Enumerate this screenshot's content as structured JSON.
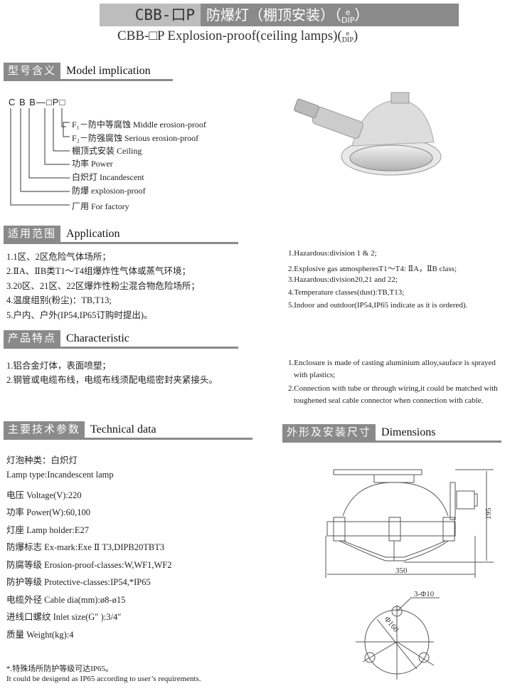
{
  "title": {
    "model": "CBB-口P",
    "zh": "防爆灯（棚顶安装）（",
    "ex_sup": "e",
    "ex_sub": "DIP",
    "close": "）",
    "en": "CBB-□P Explosion-proof(ceiling lamps)("
  },
  "sections": {
    "model": {
      "zh": "型号含义",
      "en": "Model implication"
    },
    "application": {
      "zh": "适用范围",
      "en": "Application"
    },
    "characteristic": {
      "zh": "产品特点",
      "en": "Characteristic"
    },
    "technical": {
      "zh": "主要技术参数",
      "en": "Technical data"
    },
    "dimensions": {
      "zh": "外形及安装尺寸",
      "en": "Dimensions"
    }
  },
  "model_code": "C B B—□P□",
  "model_items": [
    "F₁－防中等腐蚀  Middle erosion-proof",
    "F₂－防强腐蚀  Serious erosion-proof",
    "棚顶式安装  Ceiling",
    "功率  Power",
    "白炽灯  Incandescent",
    "防爆  explosion-proof",
    "厂用  For factory"
  ],
  "application_zh": [
    "1.1区、2区危险气体场所；",
    "2.ⅡA、ⅡB类T1～T4组爆炸性气体或蒸气环境；",
    "3.20区、21区、22区爆炸性粉尘混合物危险场所；",
    "4.温度组别(粉尘)：TB,T13;",
    "5.户内、户外(IP54,IP65订购时提出)。"
  ],
  "application_en": [
    "1.Hazardous:division 1 & 2;",
    "2.Explosive gas atmospheresT1～T4: ⅡA，ⅡB class;",
    "3.Hazardous:division20,21 and 22;",
    "4.Temperature classes(dust):TB,T13;",
    "5.Indoor and outdoor(IP54,IP65 indicate as it is ordered)."
  ],
  "characteristic_zh": [
    "1.铝合金灯体，表面喷塑；",
    "2.钢管或电缆布线，电缆布线须配电缆密封夹紧接头。"
  ],
  "characteristic_en": [
    "1.Enclosure is made of casting aluminium alloy,sauface is  sprayed",
    "with plastics;",
    "2.Connection with tube or through wiring,it could be matched with",
    "toughened seal cable connector when connection with cable."
  ],
  "technical": [
    "灯泡种类：白炽灯",
    "Lamp type:Incandescent lamp",
    "电压  Voltage(V):220",
    "功率  Power(W):60,100",
    "灯座  Lamp holder:E27",
    "防爆标志 Ex-mark:Exe Ⅱ T3,DIPB20TBT3",
    "防腐等级 Erosion-proof-classes:W,WF1,WF2",
    "防护等级 Protective-classes:IP54,*IP65",
    "电缆外径 Cable dia(mm):ø8-ø15",
    "进线口螺纹 Inlet size(G″ ):3/4″",
    "质量 Weight(kg):4"
  ],
  "footnote": [
    "*.特殊场所防护等级可达IP65。",
    "It could be desigend as IP65 according to user’s requirements."
  ],
  "dimensions": {
    "width": "350",
    "height": "195",
    "holes": "3-Φ10",
    "pcd": "Φ160"
  }
}
